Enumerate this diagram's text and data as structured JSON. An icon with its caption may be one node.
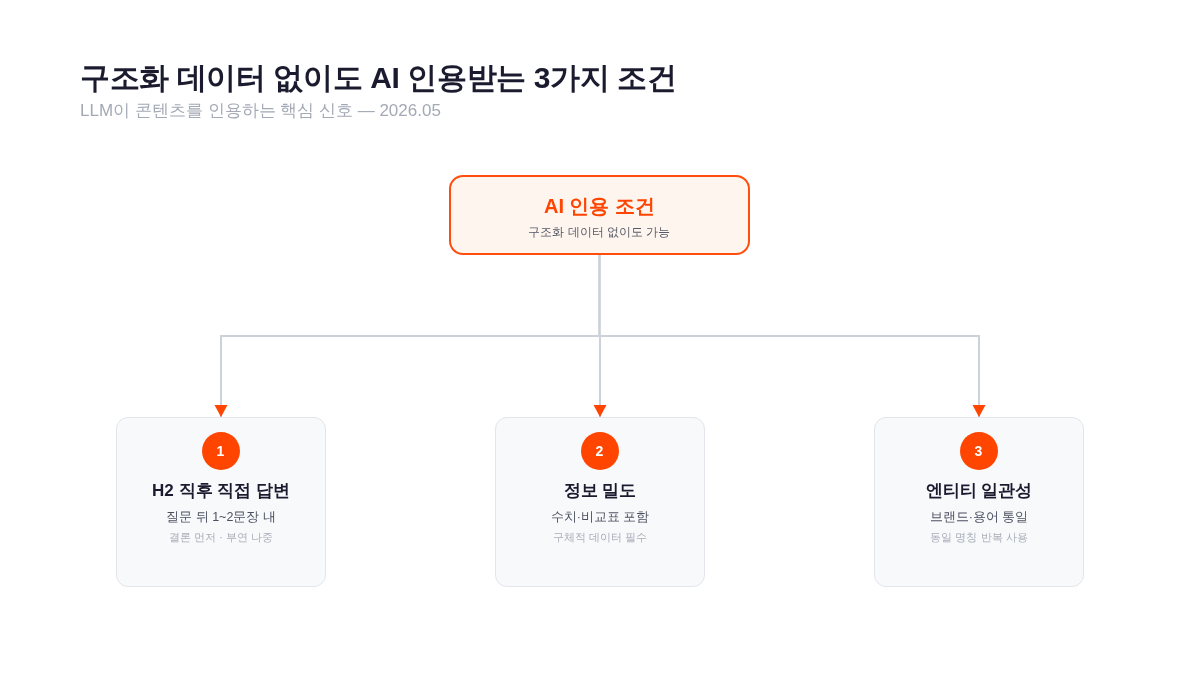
{
  "diagram": {
    "title": "구조화 데이터 없이도 AI 인용받는 3가지 조건",
    "nodes": [
      {
        "text": [
          "AI 인용 조건",
          "구조화 데이터 없이도 가능"
        ]
      },
      {
        "text": [
          "H2 직후 직접 답변",
          "질문 뒤 1~2문장 내",
          "결론 먼저 · 부연 나중"
        ]
      },
      {
        "text": [
          "1"
        ],
        "in": 1
      },
      {
        "text": [
          "정보 밀도",
          "수치·비교표 포함",
          "구체적 데이터 필수"
        ]
      },
      {
        "text": [
          "2"
        ],
        "in": 3
      },
      {
        "text": [
          "엔티티 일관성",
          "브랜드·용어 통일",
          "동일 명칭 반복 사용"
        ]
      },
      {
        "text": [
          "3"
        ],
        "in": 5
      }
    ],
    "edges": [
      {
        "from": 0,
        "to": 1,
        "arrow": "to"
      },
      {
        "from": 0,
        "to": 3,
        "arrow": "to"
      },
      {
        "from": 0,
        "to": 5,
        "arrow": "to"
      }
    ],
    "labels": [
      "LLM이 콘텐츠를 인용하는 핵심 신호 — 2026.05"
    ]
  }
}
